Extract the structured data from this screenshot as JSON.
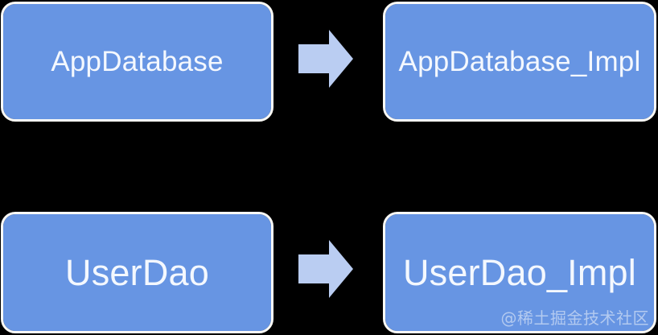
{
  "diagram": {
    "type": "flow",
    "background_color": "#000000",
    "node_color": "#6795E3",
    "node_border_color": "#FBFAF6",
    "node_text_color": "#F4F8FE",
    "arrow_color": "#BACDF2",
    "nodes": [
      {
        "id": "app-database",
        "label": "AppDatabase",
        "row": 1,
        "column": "left"
      },
      {
        "id": "app-database-impl",
        "label": "AppDatabase_Impl",
        "row": 1,
        "column": "right"
      },
      {
        "id": "user-dao",
        "label": "UserDao",
        "row": 2,
        "column": "left"
      },
      {
        "id": "user-dao-impl",
        "label": "UserDao_Impl",
        "row": 2,
        "column": "right"
      }
    ],
    "connections": [
      {
        "id": "arrow-top",
        "from": "app-database",
        "to": "app-database-impl",
        "icon": "block-arrow-right-icon",
        "direction": "right"
      },
      {
        "id": "arrow-bottom",
        "from": "user-dao",
        "to": "user-dao-impl",
        "icon": "block-arrow-right-icon",
        "direction": "right"
      }
    ]
  },
  "watermark": {
    "text": "@稀土掘金技术社区"
  }
}
